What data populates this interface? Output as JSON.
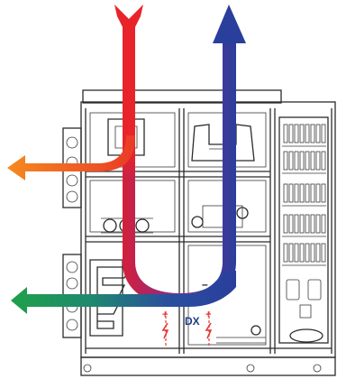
{
  "labels": {
    "dx": "DX",
    "minus": "–"
  },
  "colors": {
    "exhaust_red": "#e8242a",
    "supply_blue": "#2a3e9c",
    "outdoor_green": "#22a04a",
    "extract_orange": "#f37021",
    "heater_red": "#e53935",
    "outline": "#2b2b2b"
  },
  "icons": {
    "heater_symbol": "lightning-bolt",
    "airflow": "arrow"
  }
}
